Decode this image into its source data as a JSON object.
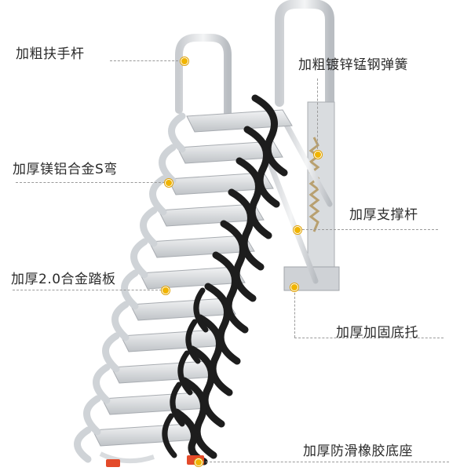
{
  "labels": {
    "handrail": "加粗扶手杆",
    "spring": "加粗镀锌锰钢弹簧",
    "s_bend": "加厚镁铝合金S弯",
    "support_rod": "加厚支撑杆",
    "tread": "加厚2.0合金踏板",
    "base_bracket": "加厚加固底托",
    "antislip_base": "加厚防滑橡胶底座"
  },
  "colors": {
    "accent_dot": "#f0b400",
    "text": "#2b2b2b",
    "metal_light": "#e6e8ea",
    "metal_dark": "#9aa0a6",
    "black_bend": "#1d1d1d",
    "red_foot": "#e34a2a"
  }
}
